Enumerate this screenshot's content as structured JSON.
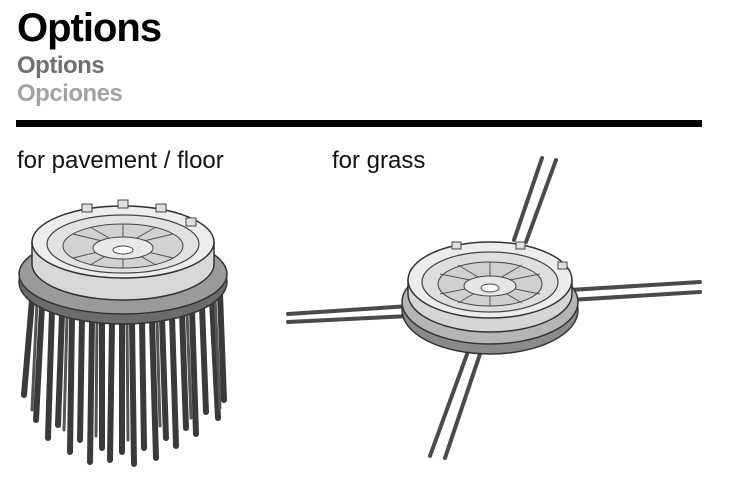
{
  "header": {
    "title": "Options",
    "title_fr": "Options",
    "title_es": "Opciones"
  },
  "options": [
    {
      "caption": "for pavement / floor",
      "image": "brush-head-illustration"
    },
    {
      "caption": "for grass",
      "image": "trimmer-head-illustration"
    }
  ],
  "colors": {
    "title": "#000000",
    "subtitle_fr": "#707070",
    "subtitle_es": "#a3a3a3",
    "rule": "#000000"
  }
}
